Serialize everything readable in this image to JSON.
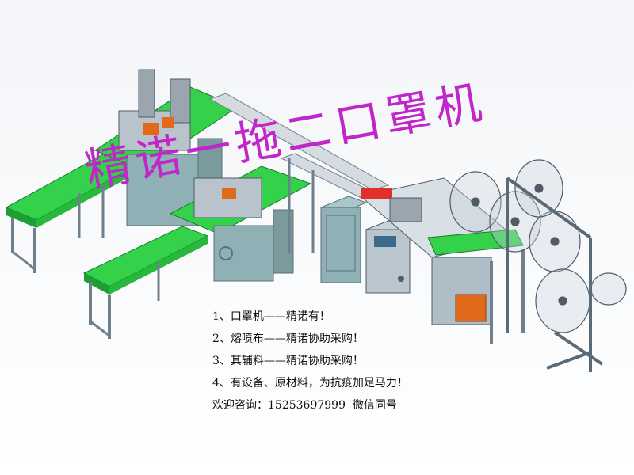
{
  "headline": "精诺一拖二口罩机",
  "notes": [
    "1、口罩机——精诺有！",
    "2、熔喷布——精诺协助采购！",
    "3、其辅料——精诺协助采购！",
    "4、有设备、原材料，为抗疫加足马力！"
  ],
  "contact": {
    "label": "欢迎咨询：",
    "phone": "15253697999",
    "suffix": "微信同号"
  },
  "colors": {
    "conveyor_green": "#33d24a",
    "frame_gray": "#6f7f8c",
    "cabinet_teal": "#8fb0b4",
    "headline_magenta": "#c026c9",
    "accent_red": "#e0302a",
    "accent_orange": "#e06a1a"
  }
}
